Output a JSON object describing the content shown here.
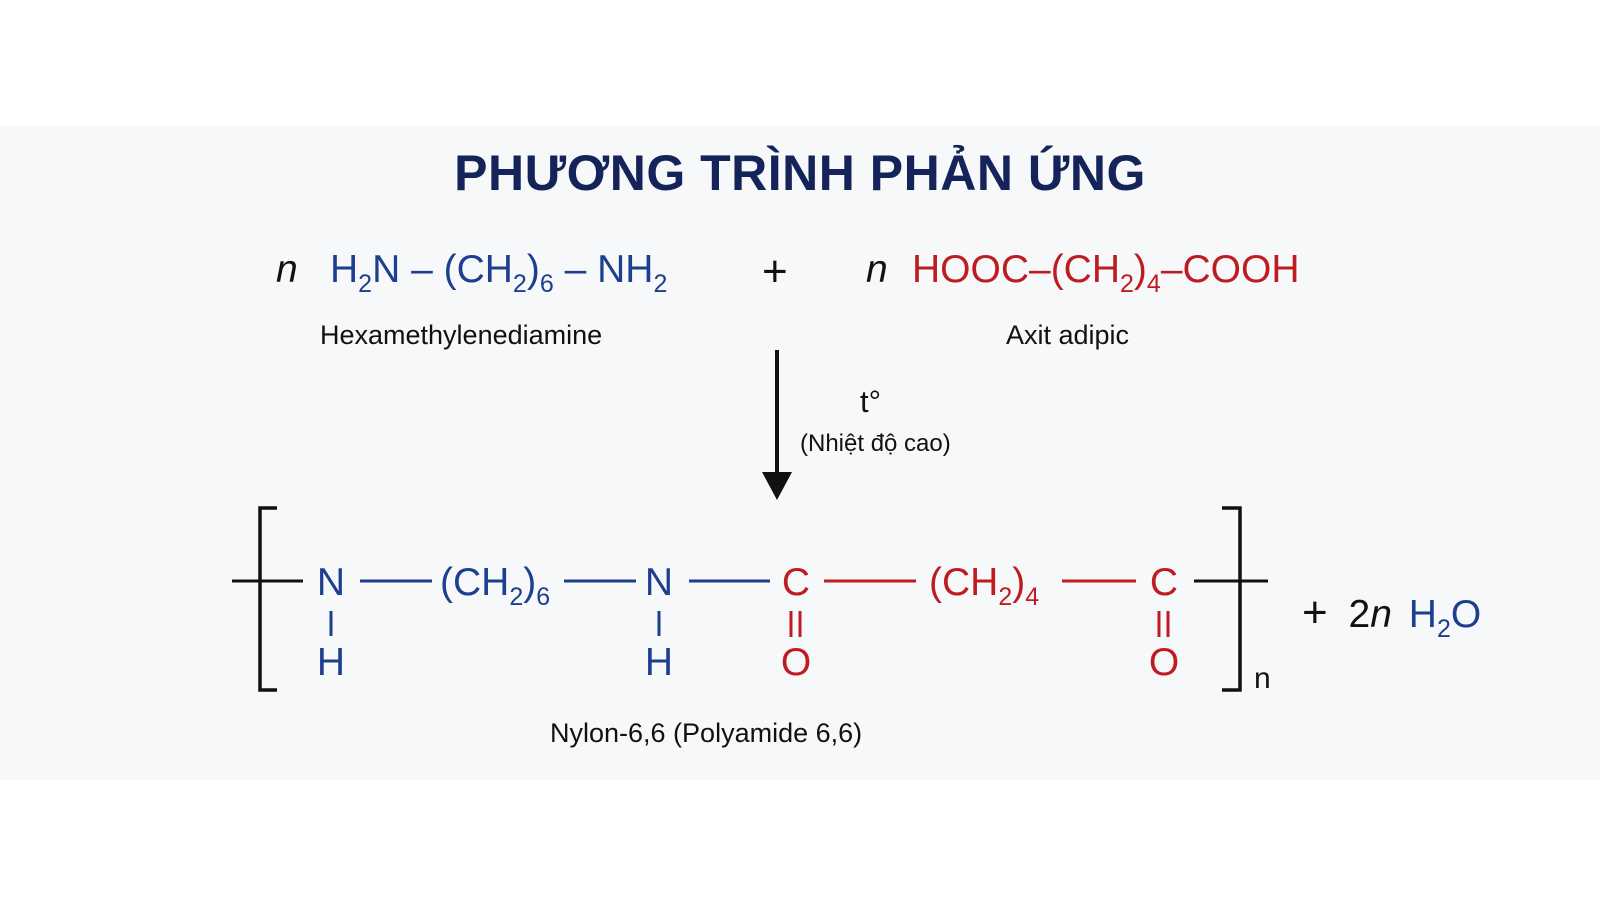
{
  "title": "PHƯƠNG TRÌNH PHẢN ỨNG",
  "reactants": {
    "coefficient": "n",
    "plus": "+",
    "diamine": {
      "f1": "H",
      "s1": "2",
      "f2": "N – (CH",
      "s2": "2",
      "f3": ")",
      "s3": "6",
      "f4": " – NH",
      "s4": "2",
      "name": "Hexamethylenediamine"
    },
    "acid": {
      "f1": "HOOC–(CH",
      "s1": "2",
      "f2": ")",
      "s2": "4",
      "f3": "–COOH",
      "name": "Axit adipic"
    }
  },
  "condition": {
    "temp": "t°",
    "note": "(Nhiệt độ cao)"
  },
  "product": {
    "n_atom": "N",
    "h_atom": "H",
    "c_atom": "C",
    "o_atom": "O",
    "ch2_a": "(CH",
    "ch2_a_sub": "2",
    "ch2_a_close": ")",
    "ch2_a_count": "6",
    "ch2_b": "(CH",
    "ch2_b_sub": "2",
    "ch2_b_close": ")",
    "ch2_b_count": "4",
    "repeat": "n",
    "name": "Nylon-6,6 (Polyamide 6,6)"
  },
  "byproduct": {
    "plus": "+",
    "coef": "2",
    "coef_var": "n",
    "f1": "H",
    "s1": "2",
    "f2": "O"
  },
  "colors": {
    "amine": "#1d3f8f",
    "acid": "#bf1c22",
    "title": "#14245a",
    "text": "#111111"
  }
}
